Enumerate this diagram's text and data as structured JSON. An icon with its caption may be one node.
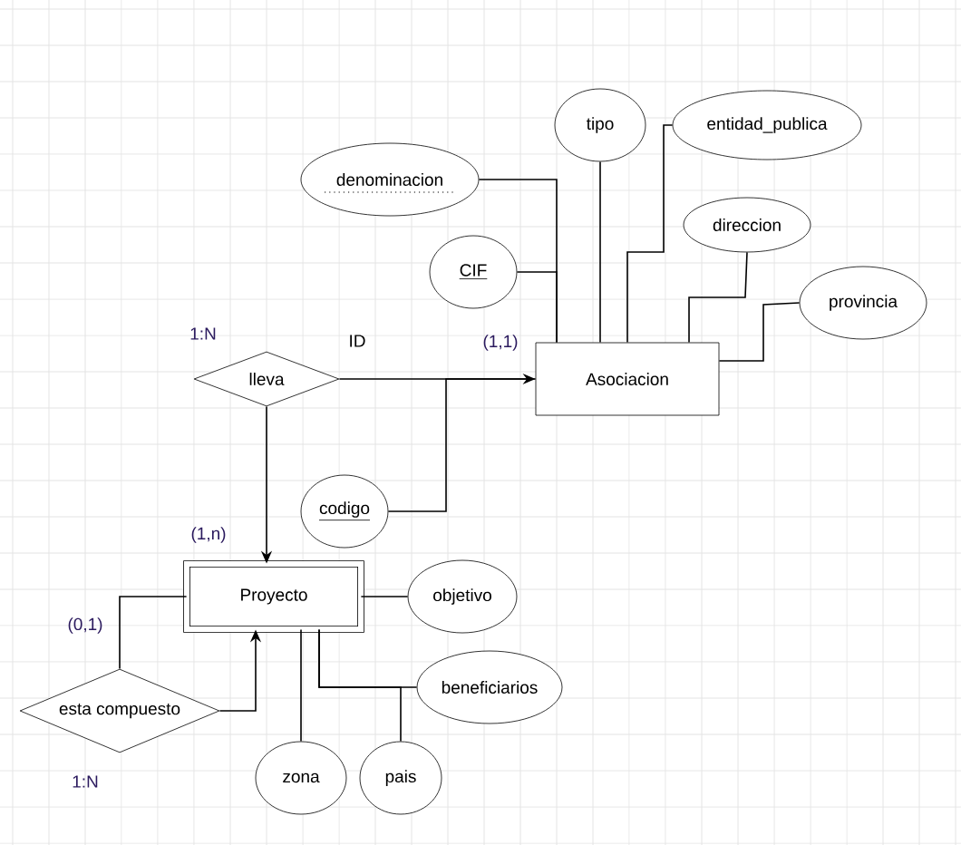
{
  "diagram": {
    "nodes": [
      {
        "text": [
          "Asociacion"
        ]
      },
      {
        "text": [
          "denominacion"
        ]
      },
      {
        "text": [
          "CIF"
        ]
      },
      {
        "text": [
          "tipo"
        ]
      },
      {
        "text": [
          "entidad_publica"
        ]
      },
      {
        "text": [
          "direccion"
        ]
      },
      {
        "text": [
          "provincia"
        ]
      },
      {
        "text": [
          "lleva"
        ]
      },
      {
        "text": [
          "codigo"
        ]
      },
      {
        "text": [
          "Proyecto"
        ]
      },
      {
        "text": [
          "objetivo"
        ]
      },
      {
        "text": [
          "beneficiarios"
        ]
      },
      {
        "text": [
          "esta compuesto"
        ]
      },
      {
        "text": [
          "zona"
        ]
      },
      {
        "text": [
          "pais"
        ]
      }
    ],
    "edges": [
      {
        "from": 1,
        "to": 0,
        "arrow": "none"
      },
      {
        "from": 2,
        "to": 0,
        "arrow": "none"
      },
      {
        "from": 3,
        "to": 0,
        "arrow": "none"
      },
      {
        "from": 4,
        "to": 0,
        "arrow": "none"
      },
      {
        "from": 5,
        "to": 0,
        "arrow": "none"
      },
      {
        "from": 6,
        "to": 0,
        "arrow": "none"
      },
      {
        "from": 7,
        "to": 0,
        "arrow": "to"
      },
      {
        "from": 8,
        "to": 0,
        "arrow": "none"
      },
      {
        "from": 7,
        "to": 9,
        "arrow": "to"
      },
      {
        "from": 12,
        "to": 9,
        "arrow": "none"
      },
      {
        "from": 12,
        "to": 9,
        "arrow": "to"
      },
      {
        "from": 9,
        "to": 10,
        "arrow": "none"
      },
      {
        "from": 9,
        "to": 13,
        "arrow": "none"
      },
      {
        "from": 9,
        "to": 11,
        "arrow": "none"
      },
      {
        "from": 14,
        "to": 9,
        "arrow": "none"
      }
    ],
    "labels": [
      "1:N",
      "ID",
      "(1,1)",
      "(1,n)",
      "(0,1)",
      "1:N"
    ]
  }
}
